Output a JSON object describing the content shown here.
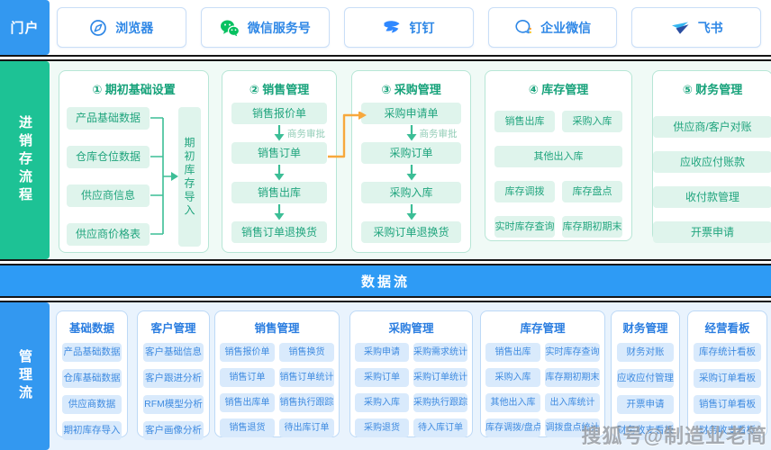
{
  "colors": {
    "portal_blue": "#3398f0",
    "portal_text": "#2e87e6",
    "process_green": "#1dc295",
    "process_item_text": "#21a57e",
    "process_item_bg": "#dff4ec",
    "arrow_teal": "#3cbe96",
    "orange_connector": "#f7a83c",
    "dataflow_blue": "#2e9bf5",
    "mgmt_item_bg": "#d9eafc",
    "mgmt_item_text": "#3f8be0",
    "wechat_green": "#07c160"
  },
  "portal": {
    "tab": "门户",
    "apps": [
      {
        "label": "浏览器"
      },
      {
        "label": "微信服务号"
      },
      {
        "label": "钉钉"
      },
      {
        "label": "企业微信"
      },
      {
        "label": "飞书"
      }
    ]
  },
  "process": {
    "tab": "进销存流程",
    "col1": {
      "title": "① 期初基础设置",
      "items": [
        "产品基础数据",
        "仓库仓位数据",
        "供应商信息",
        "供应商价格表"
      ],
      "side": "期初库存导入"
    },
    "col2": {
      "title": "② 销售管理",
      "items": [
        "销售报价单",
        "销售订单",
        "销售出库",
        "销售订单退换货"
      ],
      "approval": "商务审批"
    },
    "col3": {
      "title": "③ 采购管理",
      "items": [
        "采购申请单",
        "采购订单",
        "采购入库",
        "采购订单退换货"
      ],
      "approval": "商务审批"
    },
    "col4": {
      "title": "④ 库存管理",
      "row1": [
        "销售出库",
        "采购入库"
      ],
      "row2": "其他出入库",
      "row3": [
        "库存调拨",
        "库存盘点"
      ],
      "row4": [
        "实时库存查询",
        "库存期初期末"
      ]
    },
    "col5": {
      "title": "⑤ 财务管理",
      "items": [
        "供应商/客户对账",
        "应收应付账款",
        "收付款管理",
        "开票申请"
      ]
    }
  },
  "dataflow": {
    "label": "数据流"
  },
  "management": {
    "tab": "管理流",
    "cards": [
      {
        "title": "基础数据",
        "items": [
          "产品基础数据",
          "仓库基础数据",
          "供应商数据",
          "期初库存导入"
        ]
      },
      {
        "title": "客户管理",
        "items": [
          "客户基础信息",
          "客户跟进分析",
          "RFM模型分析",
          "客户画像分析"
        ]
      },
      {
        "title": "销售管理",
        "grid": [
          "销售报价单",
          "销售换货",
          "销售订单",
          "销售订单统计",
          "销售出库单",
          "销售执行跟踪",
          "销售退货",
          "待出库订单"
        ]
      },
      {
        "title": "采购管理",
        "grid": [
          "采购申请",
          "采购需求统计",
          "采购订单",
          "采购订单统计",
          "采购入库",
          "采购执行跟踪",
          "采购退货",
          "待入库订单"
        ]
      },
      {
        "title": "库存管理",
        "grid": [
          "销售出库",
          "实时库存查询",
          "采购入库",
          "库存期初期末",
          "其他出入库",
          "出入库统计",
          "库存调拨/盘点",
          "调拨盘点统计"
        ]
      },
      {
        "title": "财务管理",
        "items": [
          "财务对账",
          "应收应付管理",
          "开票申请",
          "财务收支看板"
        ]
      },
      {
        "title": "经营看板",
        "items": [
          "库存统计看板",
          "采购订单看板",
          "销售订单看板",
          "财务收支看板"
        ]
      }
    ]
  },
  "watermark": "搜狐号@制造业老简"
}
